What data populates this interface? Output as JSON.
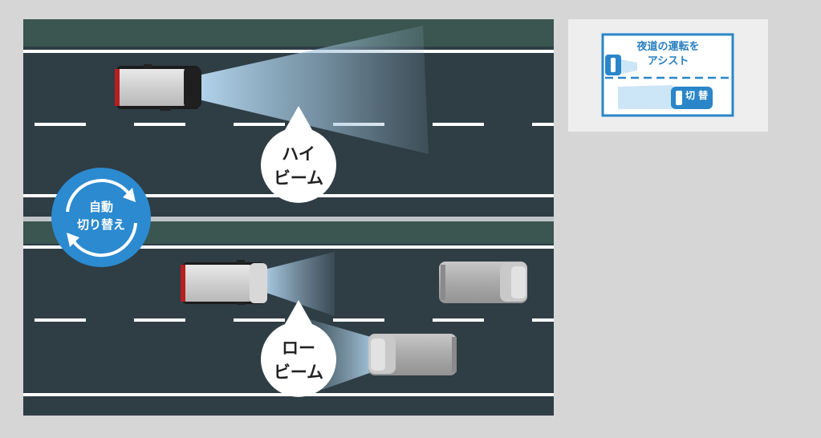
{
  "diagram": {
    "high_beam_label": [
      "ハイ",
      "ビーム"
    ],
    "low_beam_label": [
      "ロー",
      "ビーム"
    ],
    "auto_switch_label": [
      "自動",
      "切り替え"
    ]
  },
  "sign": {
    "title": [
      "夜道の運転を",
      "アシスト"
    ],
    "switch_label": "切 替"
  },
  "colors": {
    "road": "#2f3d45",
    "median": "#3b5550",
    "lane_line": "#ffffff",
    "badge": "#2b8ad0",
    "beam": "#a8d0ee",
    "sign_border": "#2a86c8"
  }
}
